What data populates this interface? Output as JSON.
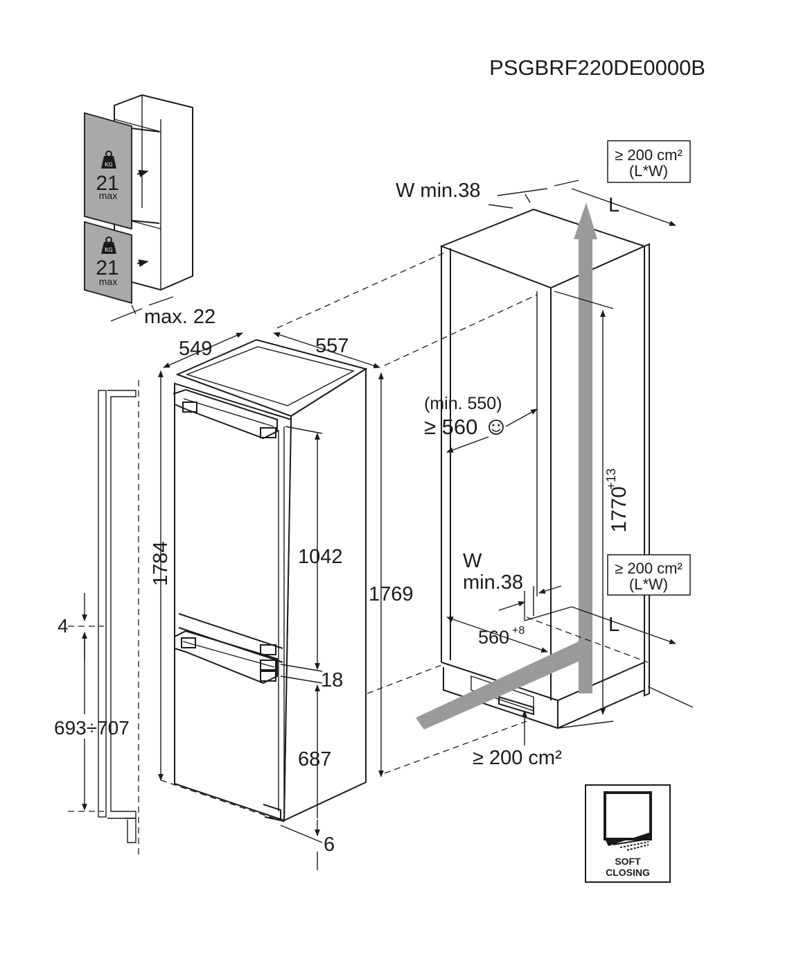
{
  "header": {
    "model_code": "PSGBRF220DE0000B"
  },
  "door_weight": {
    "upper": {
      "value": "21",
      "unit": "max",
      "badge": "KG"
    },
    "lower": {
      "value": "21",
      "unit": "max",
      "badge": "KG"
    },
    "max_depth_label": "max. 22"
  },
  "appliance_dimensions": {
    "depth": "549",
    "width": "557",
    "height_total": "1784",
    "height_body": "1769",
    "upper_section": "1042",
    "gap": "18",
    "lower_section": "687",
    "bottom_gap": "6"
  },
  "door_fixing": {
    "offset": "4",
    "range": "693÷707"
  },
  "niche_dimensions": {
    "vent_width_top": "W min.38",
    "top_vent_area": "≥ 200 cm²",
    "top_vent_formula": "(L*W)",
    "top_length": "L",
    "depth_min": "(min. 550)",
    "depth_recommended": "≥ 560",
    "height": "1770",
    "height_tolerance": "+13",
    "mid_vent_area": "≥ 200 cm²",
    "mid_vent_formula": "(L*W)",
    "vent_width_bottom_w": "W",
    "vent_width_bottom_min": "min.38",
    "bottom_length": "L",
    "width": "560",
    "width_tolerance": "+8",
    "bottom_vent_area": "≥ 200 cm²"
  },
  "feature_badge": {
    "line1": "SOFT",
    "line2": "CLOSING"
  }
}
